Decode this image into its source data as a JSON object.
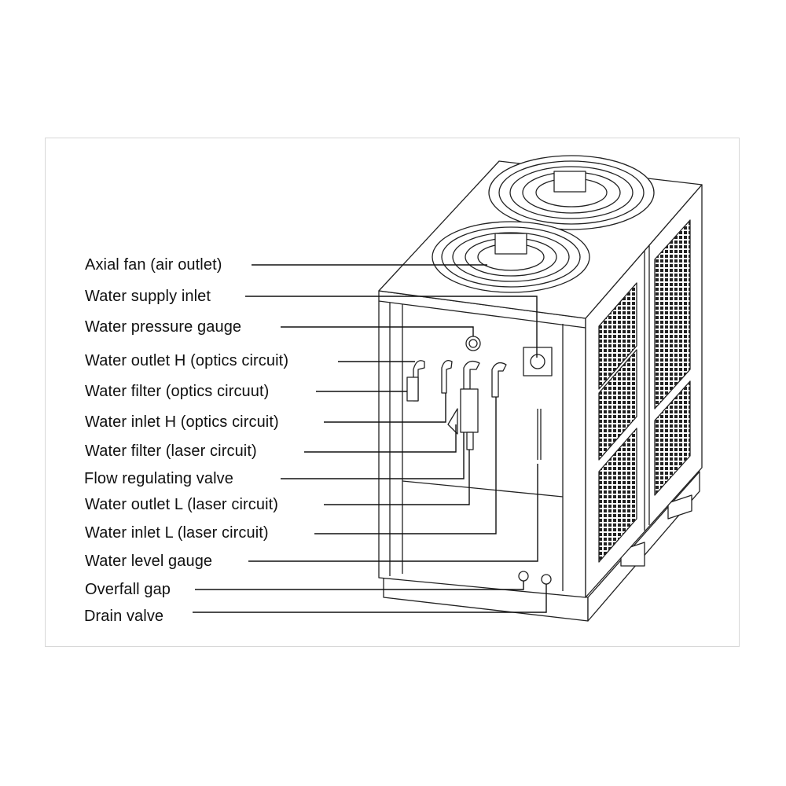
{
  "diagram": {
    "labels": [
      "Axial fan (air outlet)",
      "Water supply inlet",
      "Water pressure gauge",
      "Water outlet H (optics circuit)",
      "Water filter (optics circuut)",
      "Water inlet H (optics circuit)",
      "Water filter (laser circuit)",
      "Flow regulating valve",
      "Water outlet L (laser circuit)",
      "Water inlet L (laser circuit)",
      "Water level gauge",
      "Overfall gap",
      "Drain valve"
    ]
  }
}
